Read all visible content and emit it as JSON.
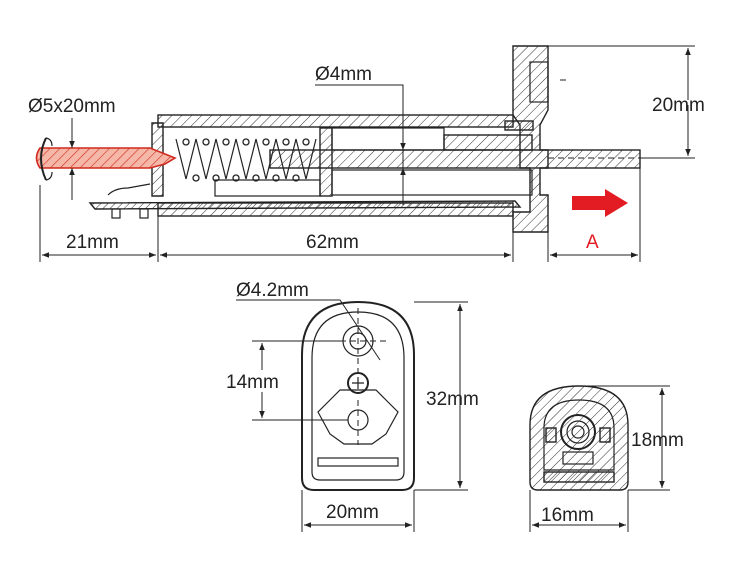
{
  "labels": {
    "pin_diameter": "Ø5x20mm",
    "rod_diameter": "Ø4mm",
    "height_right": "20mm",
    "len_21": "21mm",
    "len_62": "62mm",
    "direction": "A",
    "hole_diameter": "Ø4.2mm",
    "dim_14": "14mm",
    "dim_32": "32mm",
    "dim_20": "20mm",
    "dim_18": "18mm",
    "dim_16": "16mm"
  },
  "colors": {
    "pin_fill": "#f5b7a8",
    "pin_stroke": "#d02a1e",
    "arrow": "#e31b23",
    "line": "#222222"
  }
}
